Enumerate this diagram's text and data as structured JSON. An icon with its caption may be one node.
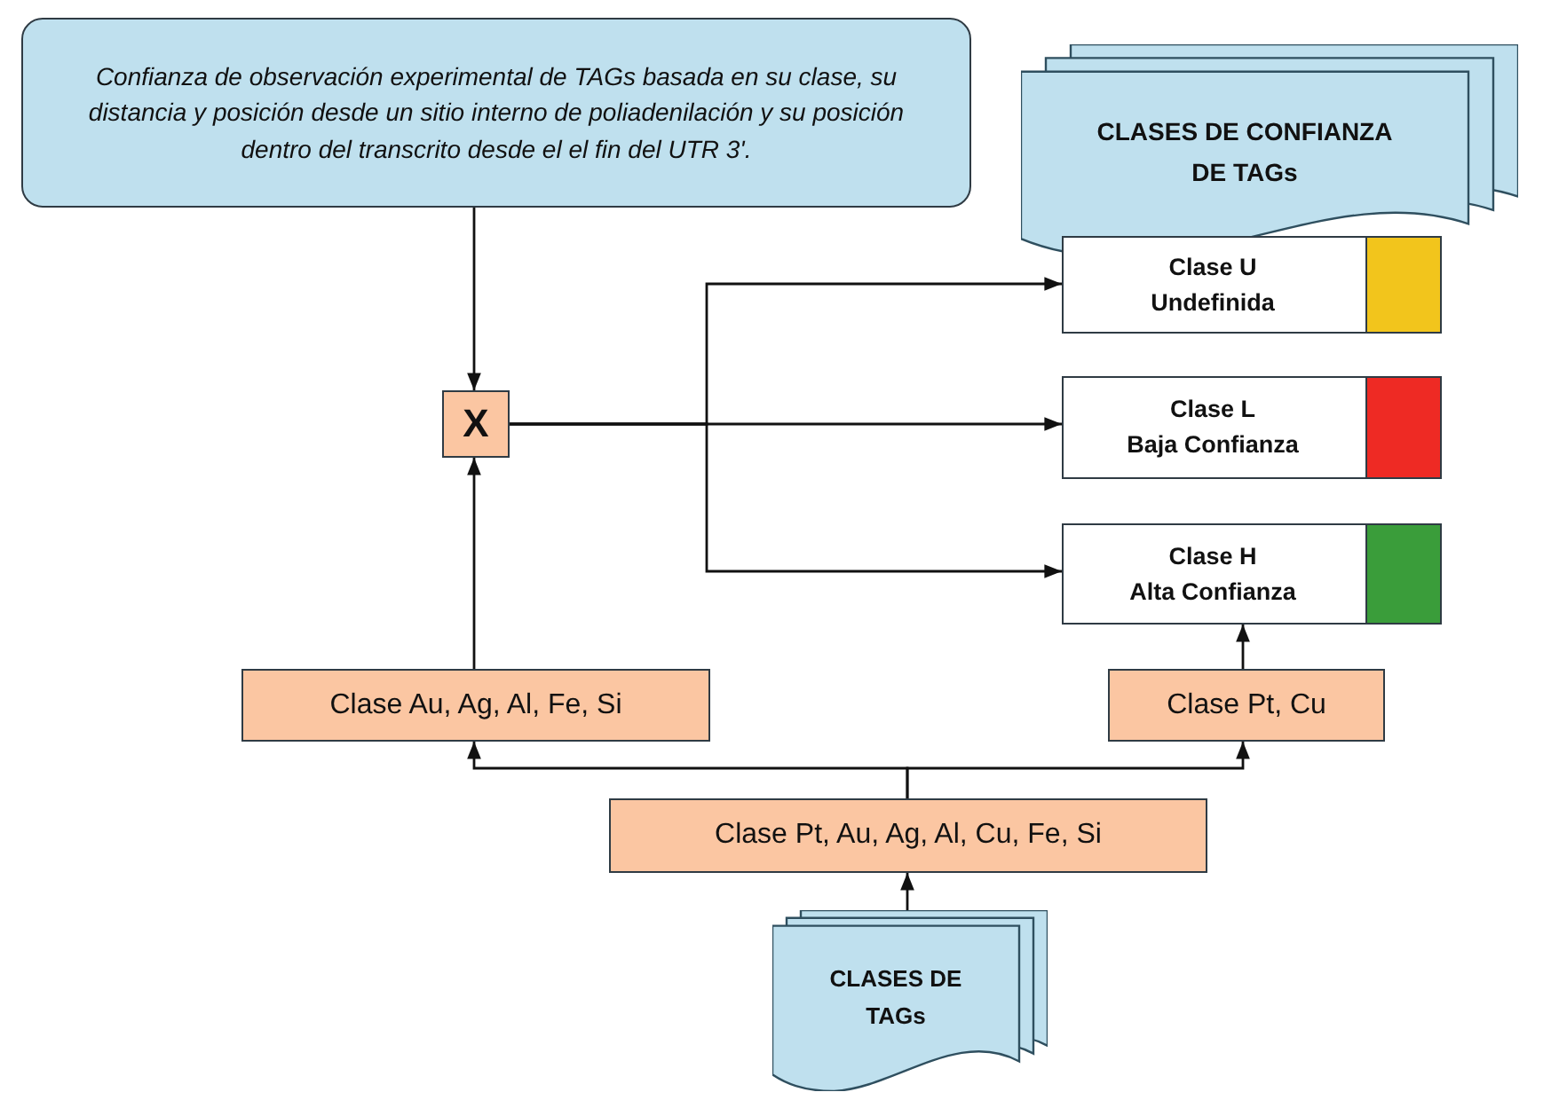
{
  "diagram": {
    "nodes": [
      {
        "text": [
          "Confianza de observación experimental de TAGs basada en su clase, su distancia y posición desde un sitio interno de poliadenilación y su posición dentro del transcrito desde el el fin del UTR 3'."
        ]
      },
      {
        "text": [
          "CLASES DE CONFIANZA DE TAGs"
        ]
      },
      {
        "text": [
          "Clase U",
          "Undefinida"
        ]
      },
      {
        "text": [],
        "shape": "box",
        "in": 2
      },
      {
        "text": [
          "Clase L",
          "Baja Confianza"
        ]
      },
      {
        "text": [],
        "shape": "box",
        "in": 4
      },
      {
        "text": [
          "Clase H",
          "Alta Confianza"
        ]
      },
      {
        "text": [],
        "shape": "box",
        "in": 6
      },
      {
        "text": [
          "X"
        ]
      },
      {
        "text": [
          "Clase Au, Ag, Al, Fe, Si"
        ]
      },
      {
        "text": [
          "Clase Pt, Cu"
        ]
      },
      {
        "text": [
          "Clase Pt, Au, Ag, Al, Cu, Fe, Si"
        ]
      },
      {
        "text": [
          "CLASES DE TAGs"
        ]
      }
    ],
    "edges": [
      {
        "from": 0,
        "to": 8,
        "arrow": "to"
      },
      {
        "from": 9,
        "to": 8,
        "arrow": "to"
      },
      {
        "from": 8,
        "to": 2,
        "arrow": "to"
      },
      {
        "from": 8,
        "to": 4,
        "arrow": "to"
      },
      {
        "from": 8,
        "to": 6,
        "arrow": "to"
      },
      {
        "from": 11,
        "to": 9,
        "arrow": "to"
      },
      {
        "from": 11,
        "to": 10,
        "arrow": "to"
      },
      {
        "from": 10,
        "to": 6,
        "arrow": "to"
      },
      {
        "from": 12,
        "to": 11,
        "arrow": "to"
      }
    ]
  }
}
